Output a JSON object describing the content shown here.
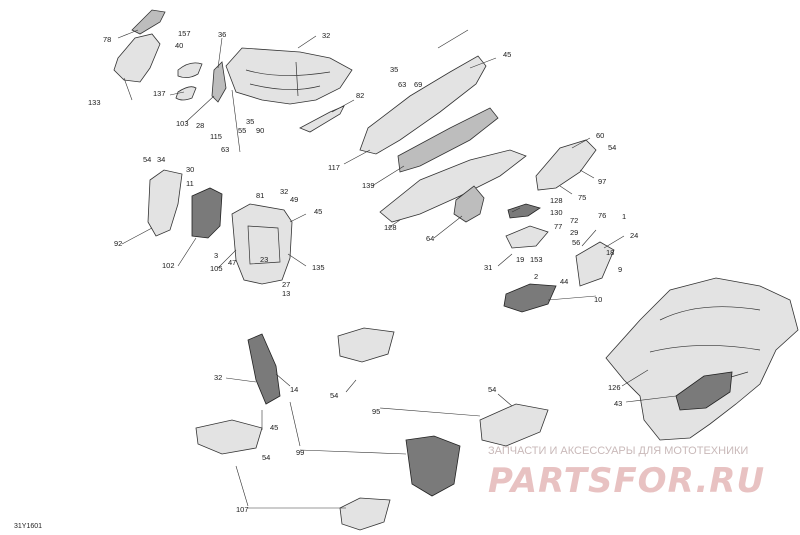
{
  "drawing_code": "31Y1601",
  "watermark": {
    "line1": "ЗАПЧАСТИ И АКСЕССУАРЫ ДЛЯ МОТОТЕХНИКИ",
    "brand": "PARTSFOR.RU"
  },
  "callouts": [
    "78",
    "157",
    "40",
    "133",
    "137",
    "103",
    "36",
    "28",
    "115",
    "63",
    "55",
    "35",
    "90",
    "32",
    "45",
    "82",
    "117",
    "35",
    "63",
    "69",
    "139",
    "128",
    "64",
    "60",
    "54",
    "97",
    "75",
    "54",
    "34",
    "30",
    "11",
    "92",
    "102",
    "3",
    "105",
    "47",
    "81",
    "32",
    "49",
    "45",
    "23",
    "135",
    "27",
    "13",
    "130",
    "128",
    "77",
    "72",
    "76",
    "1",
    "29",
    "56",
    "153",
    "19",
    "31",
    "24",
    "18",
    "44",
    "9",
    "2",
    "10",
    "32",
    "14",
    "45",
    "54",
    "54",
    "95",
    "54",
    "99",
    "107",
    "126",
    "43"
  ]
}
